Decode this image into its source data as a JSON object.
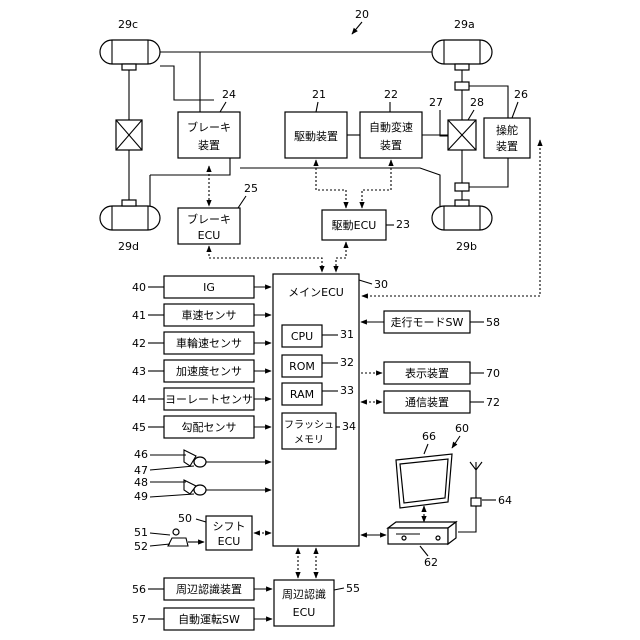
{
  "figure_ref": "20",
  "wheels": {
    "front_left": "29c",
    "front_right": "29a",
    "rear_left": "29d",
    "rear_right": "29b"
  },
  "blocks": {
    "brake_device": {
      "line1": "ブレーキ",
      "line2": "装置",
      "ref": "24"
    },
    "drive_device": {
      "label": "駆動装置",
      "ref": "21"
    },
    "transmission": {
      "line1": "自動変速",
      "line2": "装置",
      "ref": "22"
    },
    "differential_ref": "27",
    "steering_link_ref": "28",
    "steering_device": {
      "line1": "操舵",
      "line2": "装置",
      "ref": "26"
    },
    "brake_ecu": {
      "line1": "ブレーキ",
      "line2": "ECU",
      "ref": "25"
    },
    "drive_ecu": {
      "label": "駆動ECU",
      "ref": "23"
    },
    "main_ecu": {
      "label": "メインECU",
      "ref": "30"
    },
    "cpu": {
      "label": "CPU",
      "ref": "31"
    },
    "rom": {
      "label": "ROM",
      "ref": "32"
    },
    "ram": {
      "label": "RAM",
      "ref": "33"
    },
    "flash": {
      "line1": "フラッシュ",
      "line2": "メモリ",
      "ref": "34"
    },
    "travel_mode_sw": {
      "label": "走行モードSW",
      "ref": "58"
    },
    "display_device": {
      "label": "表示装置",
      "ref": "70"
    },
    "comm_device": {
      "label": "通信装置",
      "ref": "72"
    },
    "shift_ecu": {
      "line1": "シフト",
      "line2": "ECU",
      "ref": "50"
    },
    "periph_ecu": {
      "line1": "周辺認識",
      "line2": "ECU",
      "ref": "55"
    },
    "periph_device": {
      "label": "周辺認識装置",
      "ref": "56"
    },
    "auto_drive_sw": {
      "label": "自動運転SW",
      "ref": "57"
    },
    "navigation": {
      "ref": "60",
      "screen_ref": "66",
      "unit_ref": "62",
      "antenna_ref": "64"
    }
  },
  "sensors": [
    {
      "label": "IG",
      "ref": "40"
    },
    {
      "label": "車速センサ",
      "ref": "41"
    },
    {
      "label": "車輪速センサ",
      "ref": "42"
    },
    {
      "label": "加速度センサ",
      "ref": "43"
    },
    {
      "label": "ヨーレートセンサ",
      "ref": "44"
    },
    {
      "label": "勾配センサ",
      "ref": "45"
    }
  ],
  "pedals": [
    {
      "ref_a": "46",
      "ref_b": "47"
    },
    {
      "ref_a": "48",
      "ref_b": "49"
    }
  ],
  "shift_lever": {
    "ref_a": "51",
    "ref_b": "52"
  }
}
